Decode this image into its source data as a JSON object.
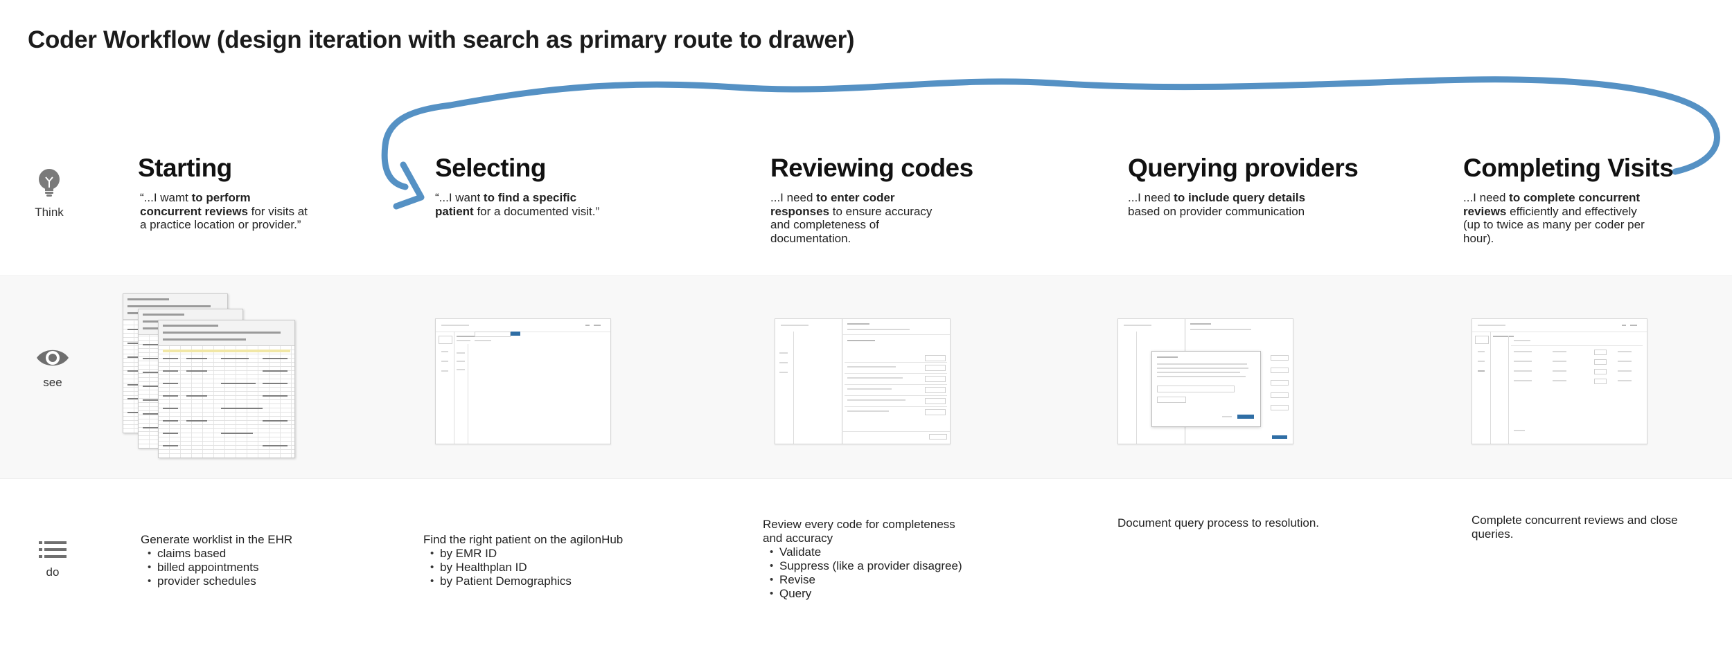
{
  "title": "Coder Workflow (design iteration with search as primary route to drawer)",
  "colors": {
    "flow_arrow": "#5591c4",
    "accent": "#2f6ea5",
    "band": "#f8f8f8"
  },
  "rows": {
    "think": {
      "label": "Think",
      "icon": "lightbulb-icon"
    },
    "see": {
      "label": "see",
      "icon": "eye-icon"
    },
    "do": {
      "label": "do",
      "icon": "list-icon"
    }
  },
  "stages": [
    {
      "heading": "Starting",
      "quote_pre": "“...I wamt ",
      "quote_bold": "to perform concurrent reviews",
      "quote_post": " for visits at a practice location or provider.”",
      "thumbnail": "spreadsheet-stack",
      "do_intro": "Generate worklist in the EHR",
      "do_items": [
        "claims based",
        "billed appointments",
        "provider schedules"
      ]
    },
    {
      "heading": "Selecting",
      "quote_pre": "“...I want ",
      "quote_bold": "to find a specific patient",
      "quote_post": " for a documented visit.”",
      "thumbnail": "patient-search-screen",
      "do_intro": "Find the right patient on the agilonHub",
      "do_items": [
        "by EMR ID",
        "by Healthplan ID",
        "by Patient Demographics"
      ]
    },
    {
      "heading": "Reviewing codes",
      "quote_pre": "...I need ",
      "quote_bold": "to enter coder responses",
      "quote_post": " to ensure accuracy and completeness of documentation.",
      "thumbnail": "code-review-drawer",
      "do_intro": "Review every code for completeness and accuracy",
      "do_items": [
        "Validate",
        "Suppress (like a provider disagree)",
        "Revise",
        "Query"
      ]
    },
    {
      "heading": "Querying providers",
      "quote_pre": "...I need ",
      "quote_bold": "to include query details",
      "quote_post": " based on provider communication",
      "thumbnail": "query-dialog",
      "do_intro": "Document query process to resolution.",
      "do_items": []
    },
    {
      "heading": "Completing Visits",
      "quote_pre": "...I need ",
      "quote_bold": "to complete concurrent reviews",
      "quote_post": " efficiently and effectively (up to twice as many per coder per hour).",
      "thumbnail": "visit-list",
      "do_intro": "Complete concurrent reviews and close queries.",
      "do_items": []
    }
  ]
}
